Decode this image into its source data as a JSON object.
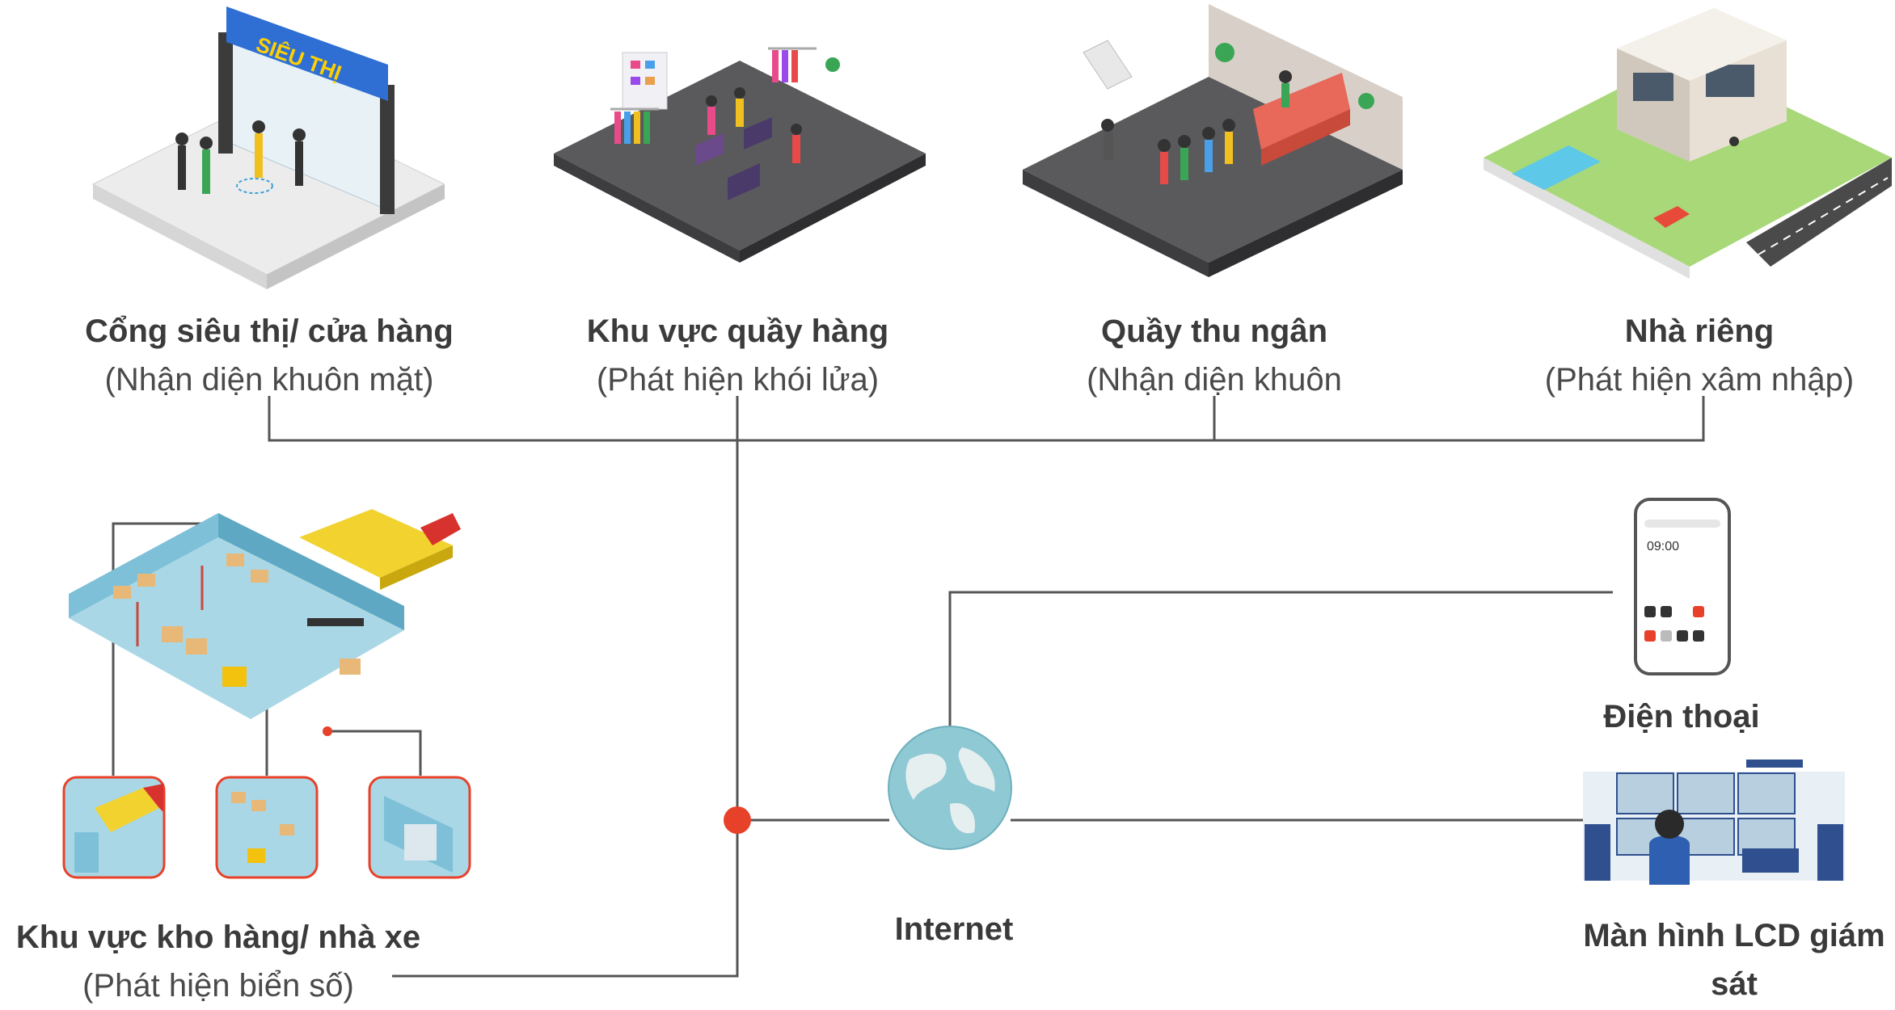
{
  "locations": [
    {
      "title": "Cổng siêu thị/ cửa hàng",
      "subtitle": "(Nhận diện khuôn mặt)",
      "sign": "SIÊU THỊ"
    },
    {
      "title": "Khu vực quầy hàng",
      "subtitle": "(Phát hiện khói lửa)"
    },
    {
      "title": "Quầy thu ngân",
      "subtitle": "(Nhận diện khuôn"
    },
    {
      "title": "Nhà riêng",
      "subtitle": "(Phát hiện xâm nhập)"
    }
  ],
  "warehouse": {
    "title": "Khu vực kho hàng/ nhà xe",
    "subtitle": "(Phát hiện biển số)"
  },
  "internet": {
    "label": "Internet"
  },
  "phone": {
    "label": "Điện thoại",
    "time": "09:00"
  },
  "monitor": {
    "label": "Màn hình LCD giám sát"
  },
  "colors": {
    "line": "#4a4a4a",
    "node": "#e8412a",
    "globe": "#8fc9d4",
    "floor": "#5a5a5c"
  }
}
